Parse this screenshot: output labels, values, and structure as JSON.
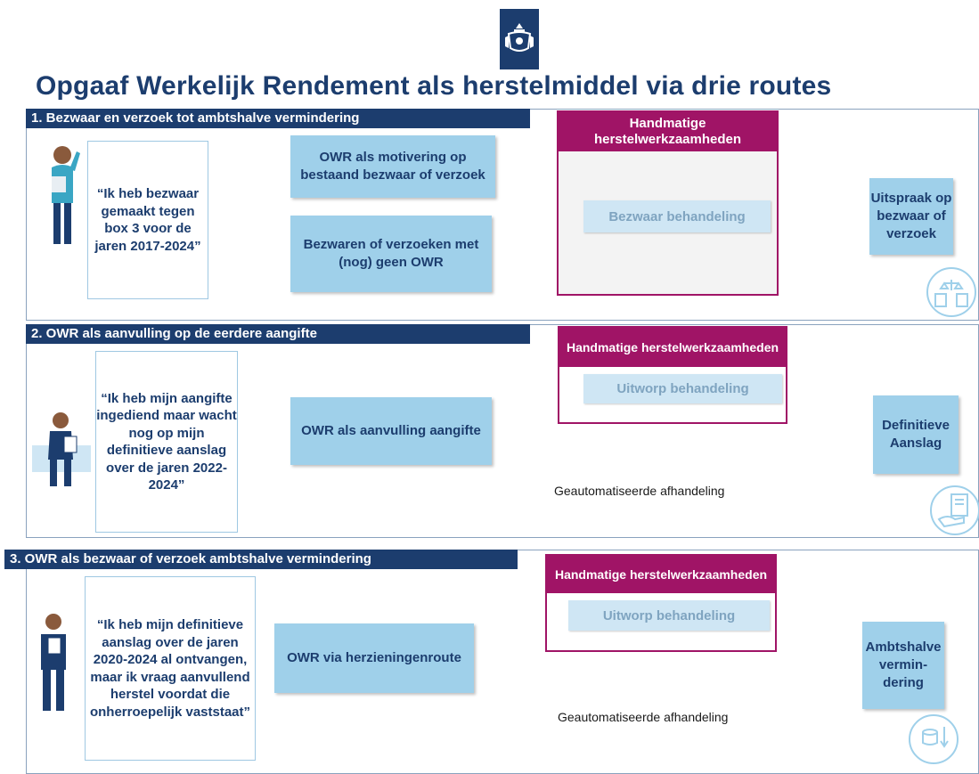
{
  "title": "Opgaaf Werkelijk Rendement als herstelmiddel via drie routes",
  "routes": [
    {
      "header": "1. Bezwaar en verzoek tot ambtshalve vermindering",
      "quote": "“Ik heb bezwaar gemaakt tegen box 3 voor de jaren 2017-2024”",
      "box_a": "OWR als motivering op bestaand bezwaar of verzoek",
      "box_b": "Bezwaren of verzoeken met (nog) geen OWR",
      "manual_header": "Handmatige herstelwerkzaamheden",
      "manual_task": "Bezwaar behandeling",
      "result": "Uitspraak op bezwaar of verzoek",
      "icon": "scales-documents-icon"
    },
    {
      "header": "2. OWR als aanvulling op de eerdere aangifte",
      "quote": "“Ik heb mijn aangifte ingediend maar wacht nog op mijn definitieve aanslag over de jaren 2022-2024”",
      "box": "OWR als aanvulling aangifte",
      "manual_header": "Handmatige herstelwerkzaamheden",
      "manual_task": "Uitworp behandeling",
      "auto": "Geautomatiseerde afhandeling",
      "result": "Definitieve Aanslag",
      "icon": "tax-document-hand-icon"
    },
    {
      "header": "3. OWR als bezwaar of verzoek ambtshalve vermindering",
      "quote": "“Ik heb mijn definitieve aanslag over de jaren 2020-2024 al ontvangen, maar ik vraag aanvullend herstel voordat die onherroepelijk vaststaat”",
      "box": "OWR via herzieningenroute",
      "manual_header": "Handmatige herstelwerkzaamheden",
      "manual_task": "Uitworp behandeling",
      "auto": "Geautomatiseerde afhandeling",
      "result": "Ambtshalve vermin-dering",
      "icon": "coins-reduction-icon"
    }
  ],
  "colors": {
    "navy": "#1c3d6e",
    "light_blue": "#9fd0ea",
    "magenta": "#a01466"
  }
}
